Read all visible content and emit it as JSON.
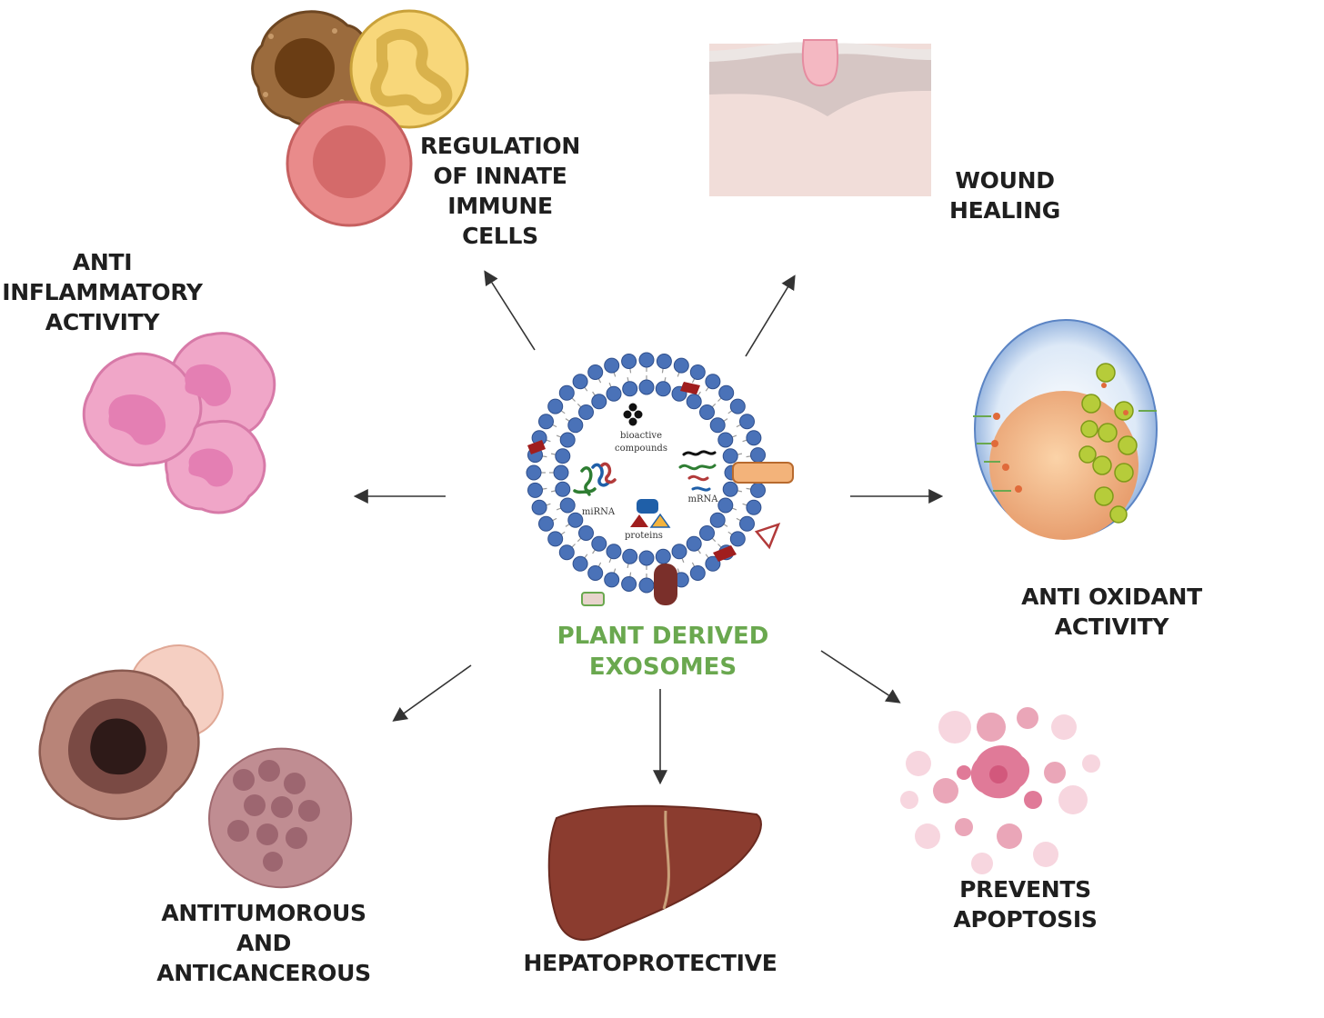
{
  "center": {
    "title_line1": "PLANT DERIVED",
    "title_line2": "EXOSOMES",
    "cargo": {
      "bioactive_line1": "bioactive",
      "bioactive_line2": "compounds",
      "mirna": "miRNA",
      "mrna": "mRNA",
      "proteins": "proteins"
    }
  },
  "effects": {
    "regulation": [
      "REGULATION",
      "OF INNATE",
      "IMMUNE",
      "CELLS"
    ],
    "wound": [
      "WOUND",
      "HEALING"
    ],
    "anti_inflammatory": [
      "ANTI",
      "INFLAMMATORY",
      "ACTIVITY"
    ],
    "anti_oxidant": [
      "ANTI OXIDANT",
      "ACTIVITY"
    ],
    "antitumorous": [
      "ANTITUMOROUS",
      "AND",
      "ANTICANCEROUS"
    ],
    "hepatoprotective": [
      "HEPATOPROTECTIVE"
    ],
    "apoptosis": [
      "PREVENTS",
      "APOPTOSIS"
    ]
  },
  "colors": {
    "center_title": "#6aa84f",
    "label": "#1f1f1f",
    "membrane_head": "#4a72b8",
    "arrow": "#333333"
  },
  "icons": [
    "exosome-icon",
    "immune-cells-icon",
    "skin-wound-icon",
    "macrophage-icon",
    "antioxidant-cell-icon",
    "tumor-cells-icon",
    "liver-icon",
    "apoptotic-cells-icon"
  ]
}
